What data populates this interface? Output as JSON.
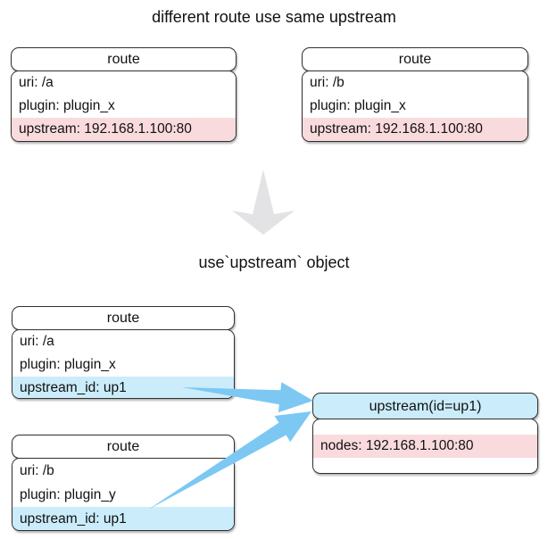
{
  "colors": {
    "pink": "#fadbdd",
    "blue": "#cbecfa",
    "arrowBlue": "#7cc8f3",
    "grayArrow": "#e3e3e5",
    "border": "#2f2f2f"
  },
  "title": "different route use same upstream",
  "caption": "use`upstream` object",
  "icons": {
    "down_arrow": "transform-down-arrow",
    "link_arrow_a": "route-a-to-upstream-arrow",
    "link_arrow_b": "route-b-to-upstream-arrow"
  },
  "boxes": {
    "route_a_before": {
      "header": "route",
      "rows": [
        {
          "text": "uri: /a",
          "highlight": "none"
        },
        {
          "text": "plugin: plugin_x",
          "highlight": "none"
        },
        {
          "text": "upstream: 192.168.1.100:80",
          "highlight": "pink"
        }
      ]
    },
    "route_b_before": {
      "header": "route",
      "rows": [
        {
          "text": "uri: /b",
          "highlight": "none"
        },
        {
          "text": "plugin: plugin_x",
          "highlight": "none"
        },
        {
          "text": "upstream: 192.168.1.100:80",
          "highlight": "pink"
        }
      ]
    },
    "route_a_after": {
      "header": "route",
      "rows": [
        {
          "text": "uri: /a",
          "highlight": "none"
        },
        {
          "text": "plugin: plugin_x",
          "highlight": "none"
        },
        {
          "text": "upstream_id: up1",
          "highlight": "blue"
        }
      ]
    },
    "route_b_after": {
      "header": "route",
      "rows": [
        {
          "text": "uri: /b",
          "highlight": "none"
        },
        {
          "text": "plugin: plugin_y",
          "highlight": "none"
        },
        {
          "text": "upstream_id: up1",
          "highlight": "blue"
        }
      ]
    },
    "upstream": {
      "header": "upstream(id=up1)",
      "rows": [
        {
          "text": "nodes: 192.168.1.100:80",
          "highlight": "pink"
        }
      ]
    }
  }
}
